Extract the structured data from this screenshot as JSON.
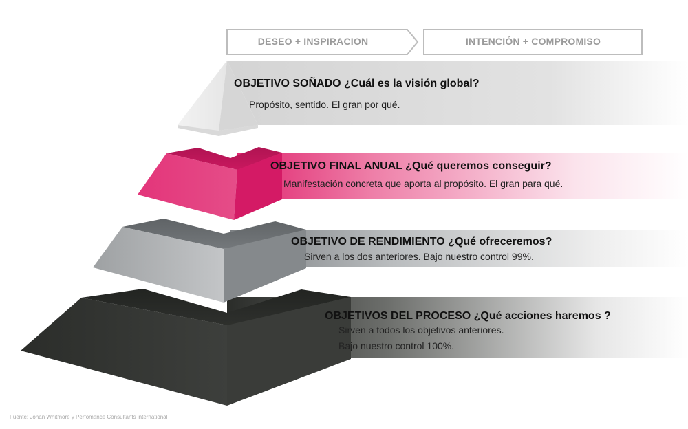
{
  "header": {
    "stage_1": "DESEO + INSPIRACION",
    "stage_2": "INTENCIÓN + COMPROMISO"
  },
  "levels": [
    {
      "title": "OBJETIVO SOÑADO ¿Cuál es la visión global?",
      "description": [
        "Propósito, sentido. El gran por qué."
      ],
      "color": "#d9d9d9"
    },
    {
      "title": "OBJETIVO FINAL ANUAL ¿Qué queremos conseguir?",
      "description": [
        "Manifestación concreta que aporta al propósito. El gran para qué."
      ],
      "color": "#e0266f"
    },
    {
      "title": "OBJETIVO DE RENDIMIENTO ¿Qué ofreceremos?",
      "description": [
        "Sirven a los dos anteriores. Bajo nuestro control 99%."
      ],
      "color": "#8f9396"
    },
    {
      "title": "OBJETIVOS DEL PROCESO ¿Qué acciones haremos ?",
      "description": [
        "Sirven a todos los objetivos anteriores.",
        "Bajo nuestro control 100%."
      ],
      "color": "#2e302d"
    }
  ],
  "source": "Fuente: Johan Whitmore y Perfomance Consultants international"
}
